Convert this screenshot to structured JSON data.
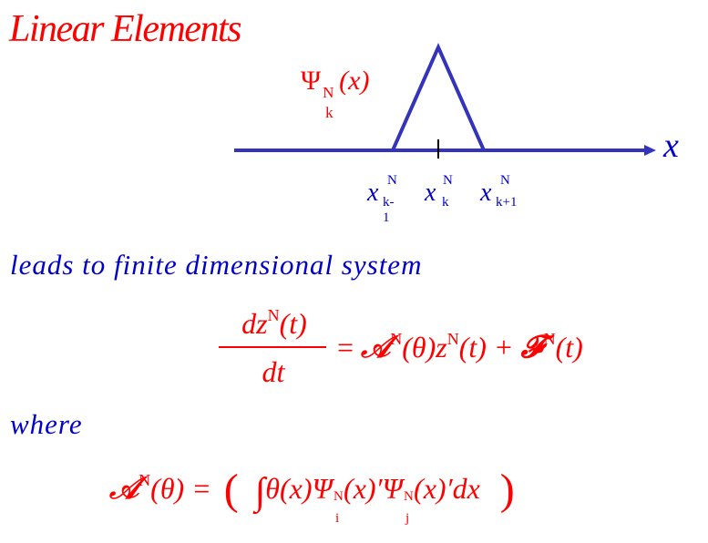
{
  "slide": {
    "title": "Linear Elements",
    "basis_symbol": "Ψ",
    "basis_sup": "N",
    "basis_sub": "k",
    "basis_arg": "(x)",
    "axis_label": "x",
    "nodes": [
      {
        "base": "x",
        "sup": "N",
        "sub": "k-1"
      },
      {
        "base": "x",
        "sup": "N",
        "sub": "k"
      },
      {
        "base": "x",
        "sup": "N",
        "sub": "k+1"
      }
    ],
    "phrase1": "leads to finite dimensional system",
    "phrase2": "where",
    "equation1": {
      "numerator": "dz",
      "numerator_sup": "N",
      "numerator_arg": "(t)",
      "denominator": "dt",
      "rhs_op": "𝒜",
      "rhs_op_sup": "N",
      "rhs_op_arg": "(θ)",
      "rhs_z": "z",
      "rhs_z_sup": "N",
      "rhs_z_arg": "(t) +",
      "rhs_f": "𝓕",
      "rhs_f_sup": "N",
      "rhs_f_arg": "(t)"
    },
    "equation2": {
      "lhs_op": "𝒜",
      "lhs_sup": "N",
      "lhs_arg": "(θ) =",
      "open": "(",
      "integral": "∫",
      "integrand": "θ(x)Ψ",
      "psi1_sup": "N",
      "psi1_sub": "i",
      "psi1_arg": "(x)′Ψ",
      "psi2_sup": "N",
      "psi2_sub": "j",
      "psi2_arg": "(x)′dx",
      "close": ")"
    },
    "colors": {
      "red": "#ff0000",
      "blue": "#0000cc",
      "line": "#3333bb"
    }
  }
}
